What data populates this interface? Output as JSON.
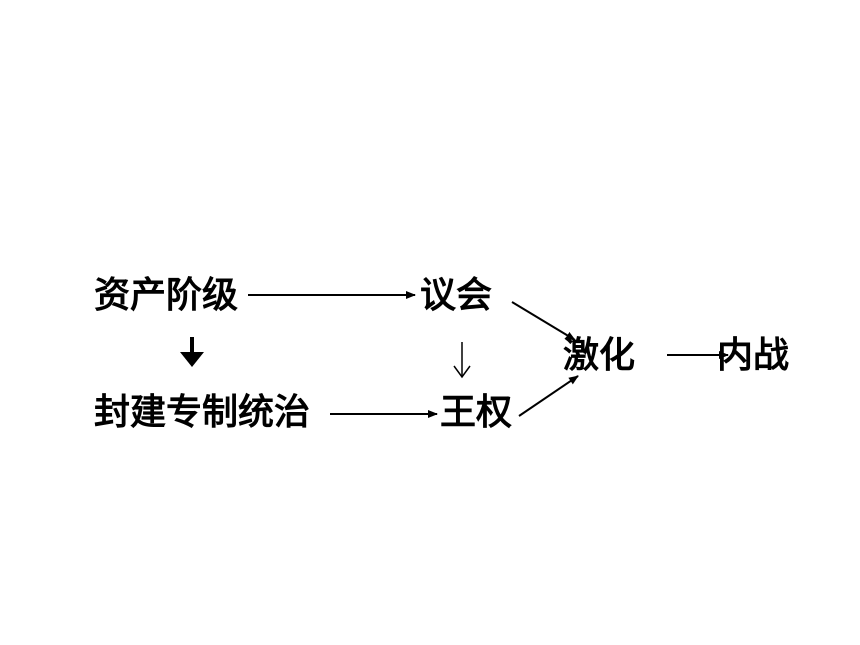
{
  "nodes": {
    "bourgeoisie": "资产阶级",
    "parliament": "议会",
    "feudal_autocracy": "封建专制统治",
    "royal_power": "王权",
    "intensify": "激化",
    "civil_war": "内战"
  },
  "colors": {
    "text": "#000000",
    "line": "#000000",
    "background": "#ffffff"
  }
}
